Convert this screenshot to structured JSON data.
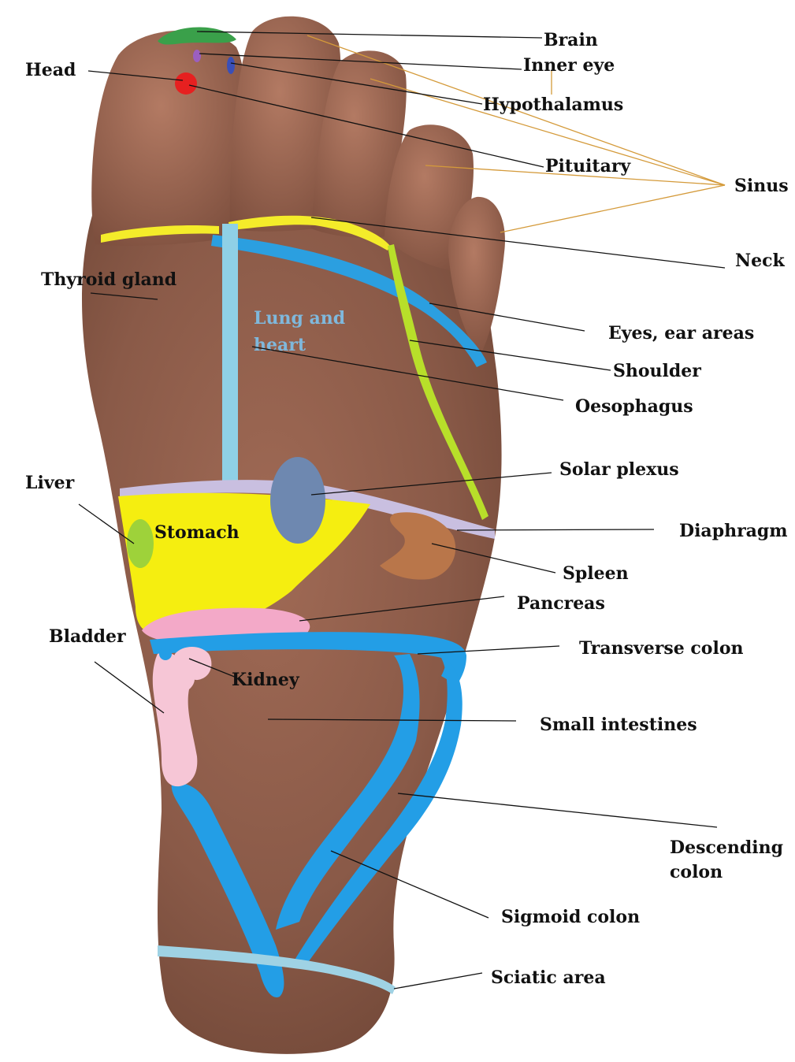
{
  "labels": {
    "brain": "Brain",
    "inner_eye": "Inner eye",
    "hypothalamus": "Hypothalamus",
    "head": "Head",
    "pituitary": "Pituitary",
    "sinus": "Sinus",
    "neck": "Neck",
    "thyroid": "Thyroid gland",
    "lung_line1": "Lung and",
    "lung_line2": "heart",
    "eyes_ears": "Eyes, ear areas",
    "shoulder": "Shoulder",
    "oesophagus": "Oesophagus",
    "solar_plexus": "Solar plexus",
    "liver": "Liver",
    "stomach": "Stomach",
    "diaphragm": "Diaphragm",
    "spleen": "Spleen",
    "pancreas": "Pancreas",
    "bladder": "Bladder",
    "transverse_colon": "Transverse colon",
    "kidney": "Kidney",
    "small_intestines": "Small intestines",
    "descending_line1": "Descending",
    "descending_line2": "colon",
    "sigmoid_colon": "Sigmoid colon",
    "sciatic_area": "Sciatic area"
  },
  "colors": {
    "skin": "#8a5a48",
    "skin_light": "#a9705a",
    "brain": "#3aa04a",
    "inner_eye": "#9b5fc0",
    "hypothalamus": "#3a4fb8",
    "head": "#e62020",
    "neck": "#f4ec2a",
    "shoulder": "#b8df2a",
    "eyes_ears": "#2b9fe0",
    "lung": "#8fd0e6",
    "diaphragm": "#c9bfe0",
    "stomach": "#f5ee10",
    "liver": "#9ed23a",
    "solar_plexus": "#6e88b0",
    "spleen": "#b9764a",
    "pancreas": "#f3a9c8",
    "kidney": "#f6c6d6",
    "colon": "#239ee6",
    "sciatic": "#9fd2e4",
    "sinus_lines": "#d49a3a"
  }
}
